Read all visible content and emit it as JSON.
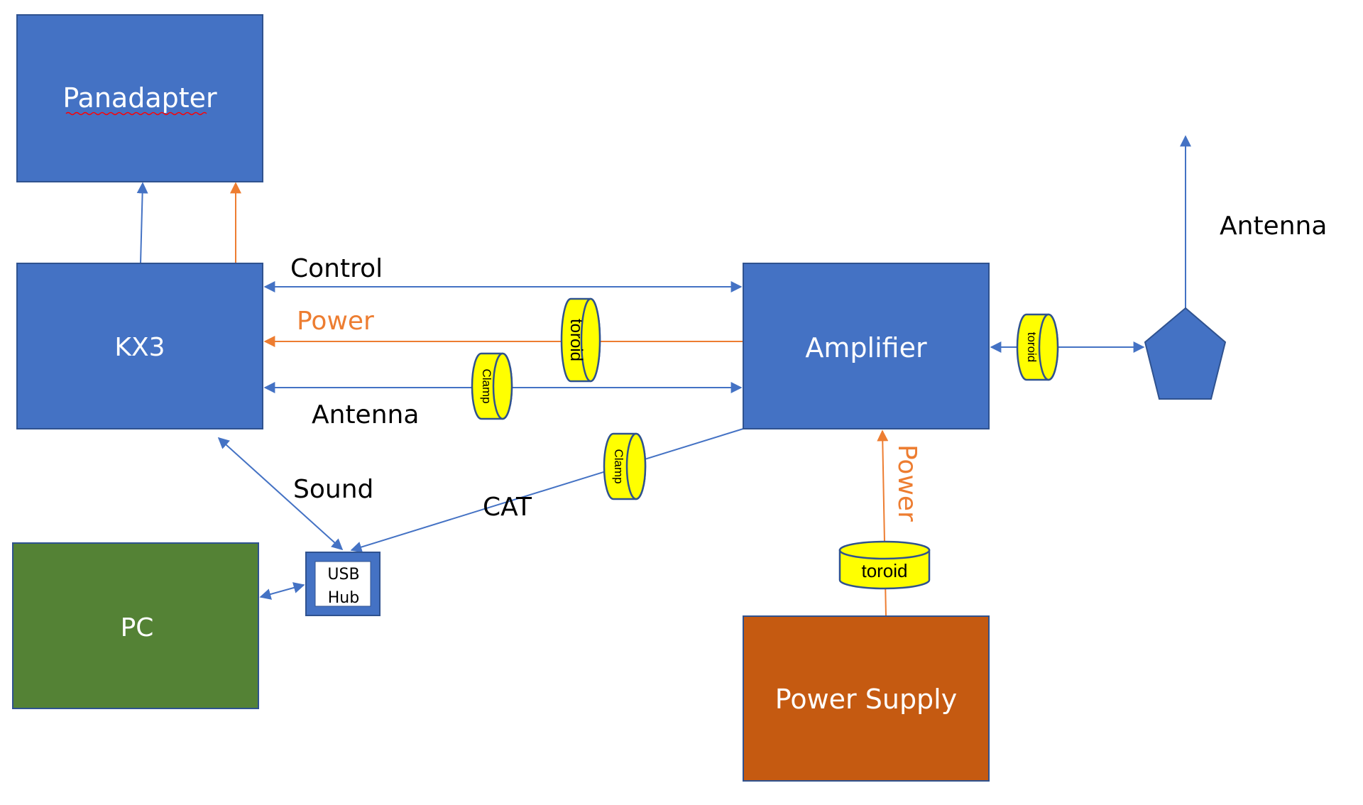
{
  "diagram": {
    "colors": {
      "blue_box": "#4472C4",
      "box_border": "#2F528F",
      "green_box": "#548235",
      "orange_box": "#C55A11",
      "blue_line": "#4472C4",
      "orange_line": "#ED7D31",
      "cylinder_fill": "#FFFF00",
      "label_orange": "#ED7D31"
    },
    "nodes": {
      "panadapter": {
        "label": "Panadapter",
        "spellcheck_underline": true
      },
      "kx3": {
        "label": "KX3"
      },
      "amplifier": {
        "label": "Amplifier"
      },
      "pc": {
        "label": "PC"
      },
      "power_supply": {
        "label": "Power Supply"
      },
      "usb_hub": {
        "line1": "USB",
        "line2": "Hub"
      },
      "antenna": {
        "label": "Antenna",
        "shape": "pentagon"
      }
    },
    "cylinders": {
      "toroid_power": {
        "label": "toroid"
      },
      "clamp_antenna": {
        "label": "Clamp"
      },
      "clamp_cat": {
        "label": "Clamp"
      },
      "toroid_antenna": {
        "label": "toroid"
      },
      "toroid_supply": {
        "label": "toroid"
      }
    },
    "edge_labels": {
      "control": "Control",
      "power_kx3": "Power",
      "antenna_kx3": "Antenna",
      "sound": "Sound",
      "cat": "CAT",
      "power_amp": "Power"
    },
    "edges": [
      {
        "from": "kx3",
        "to": "panadapter",
        "color": "blue",
        "direction": "to"
      },
      {
        "from": "kx3",
        "to": "panadapter",
        "color": "orange",
        "direction": "to"
      },
      {
        "from": "kx3",
        "to": "amplifier",
        "label": "Control",
        "color": "blue",
        "direction": "both"
      },
      {
        "from": "amplifier",
        "to": "kx3",
        "label": "Power",
        "color": "orange",
        "direction": "to",
        "via": "toroid"
      },
      {
        "from": "kx3",
        "to": "amplifier",
        "label": "Antenna",
        "color": "blue",
        "direction": "both",
        "via": "Clamp"
      },
      {
        "from": "kx3",
        "to": "usb_hub",
        "label": "Sound",
        "color": "blue",
        "direction": "both"
      },
      {
        "from": "amplifier",
        "to": "usb_hub",
        "label": "CAT",
        "color": "blue",
        "direction": "to",
        "via": "Clamp"
      },
      {
        "from": "pc",
        "to": "usb_hub",
        "color": "blue",
        "direction": "both"
      },
      {
        "from": "amplifier",
        "to": "antenna",
        "color": "blue",
        "direction": "both",
        "via": "toroid"
      },
      {
        "from": "antenna",
        "to": "sky",
        "color": "blue",
        "direction": "to"
      },
      {
        "from": "power_supply",
        "to": "amplifier",
        "label": "Power",
        "color": "orange",
        "direction": "to",
        "via": "toroid"
      }
    ]
  }
}
